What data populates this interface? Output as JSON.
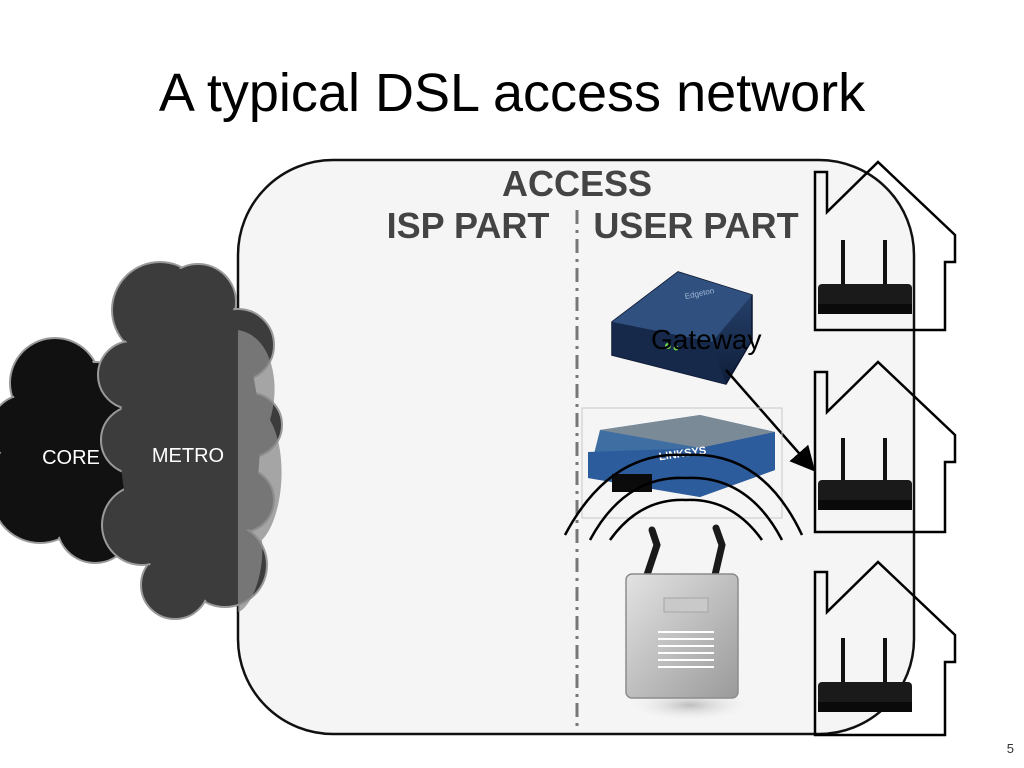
{
  "slide": {
    "title": "A typical DSL access network",
    "page_number": "5"
  },
  "access": {
    "heading": "ACCESS",
    "isp_part": "ISP PART",
    "user_part": "USER PART"
  },
  "clouds": {
    "core": "CORE",
    "metro": "METRO"
  },
  "devices": {
    "gateway_label": "Gateway",
    "gateway_brand": "Edgeton",
    "router_brand": "LINKSYS"
  }
}
